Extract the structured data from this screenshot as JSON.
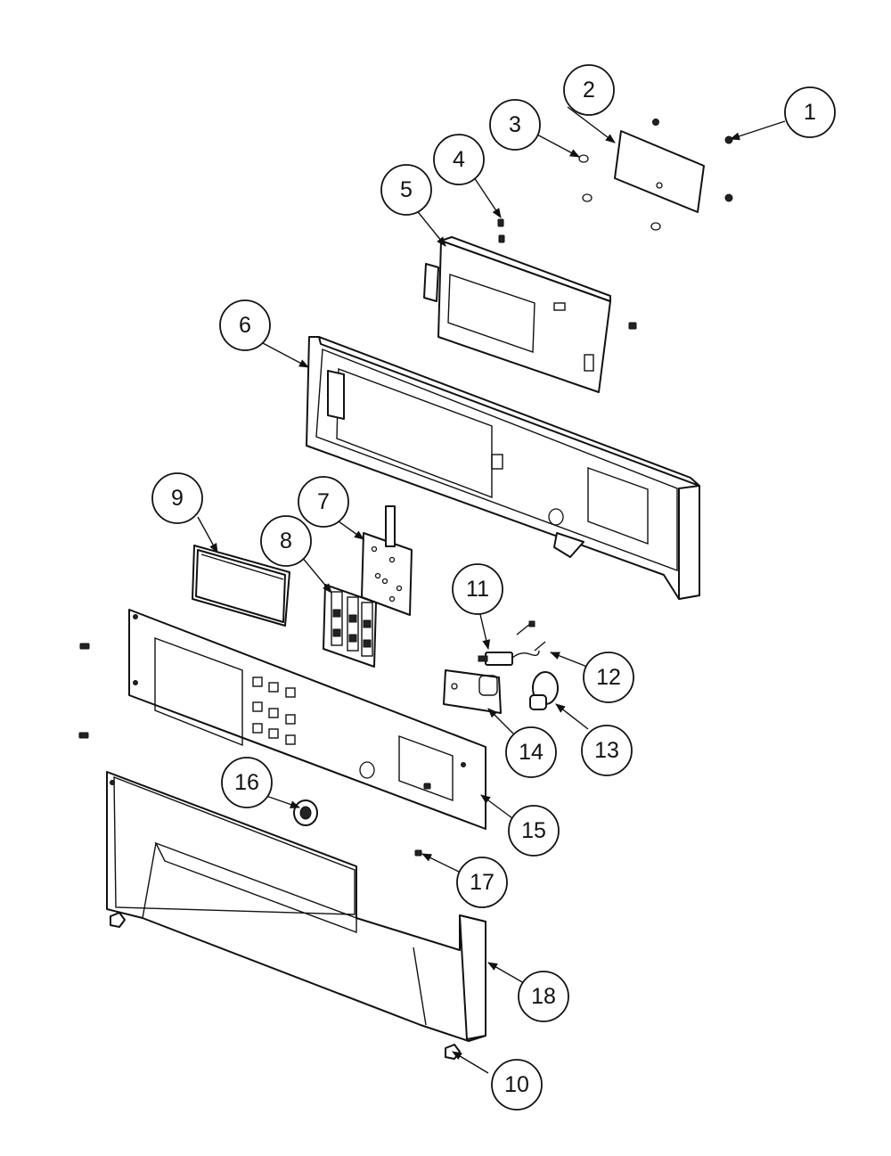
{
  "callouts": [
    "1",
    "2",
    "3",
    "4",
    "5",
    "6",
    "7",
    "8",
    "9",
    "10",
    "11",
    "12",
    "13",
    "14",
    "15",
    "16",
    "17",
    "18"
  ],
  "colors": {
    "line": "#111111",
    "background": "#ffffff"
  }
}
